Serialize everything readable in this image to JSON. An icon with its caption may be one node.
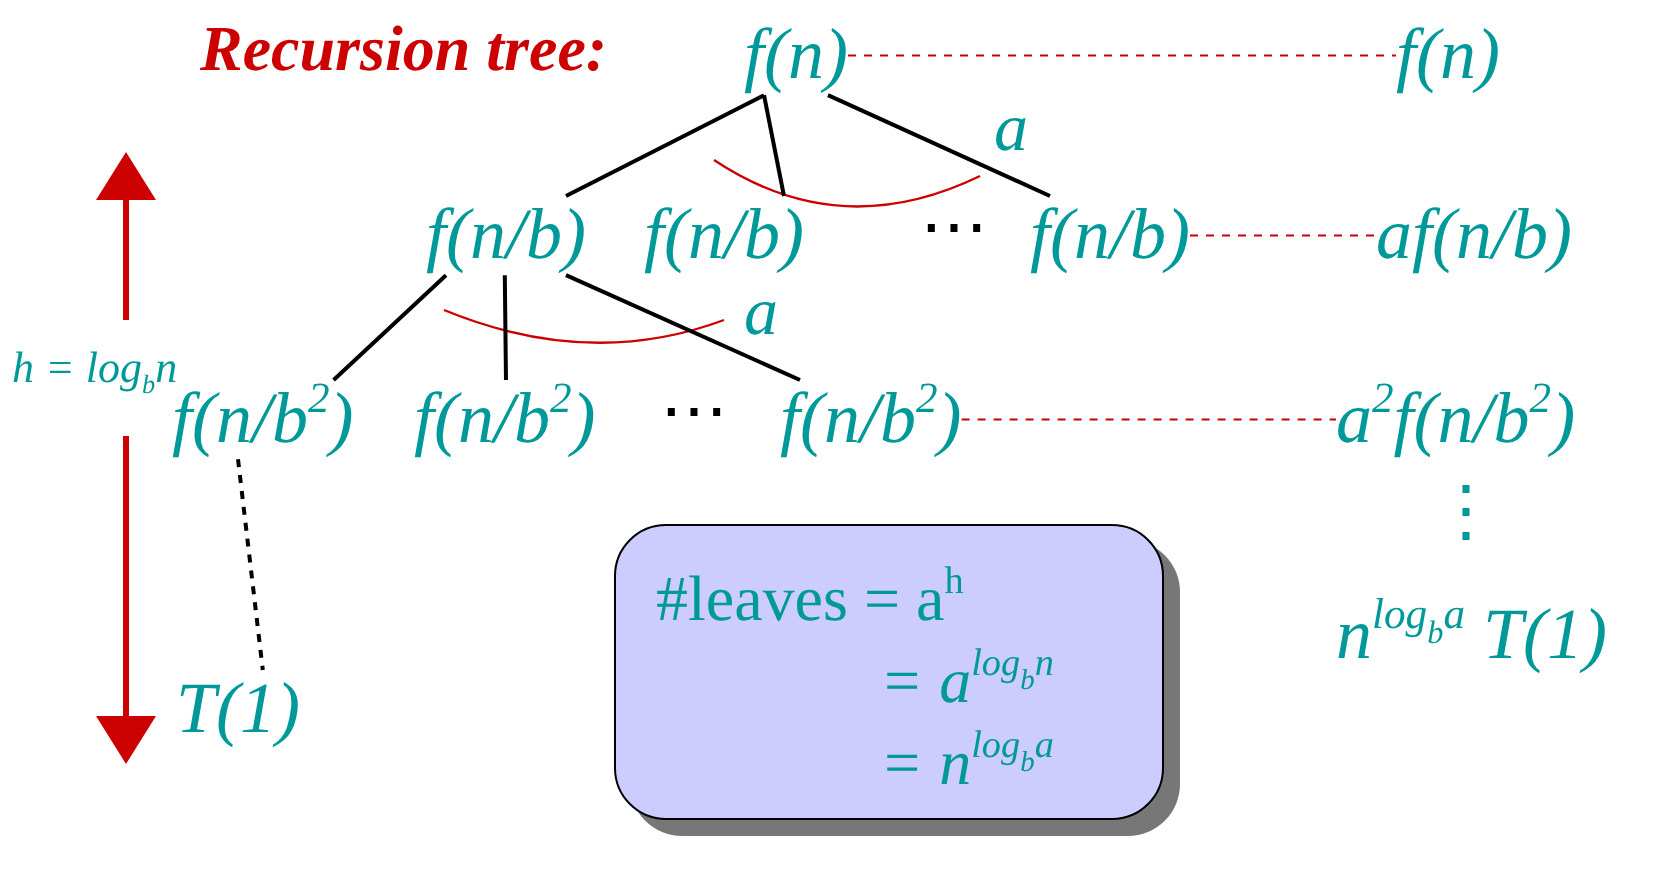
{
  "diagram": {
    "title": "Recursion tree:",
    "nodes": [
      {
        "text": [
          "f(n)"
        ]
      },
      {
        "text": [
          "f(n/b)"
        ]
      },
      {
        "text": [
          "f(n/b)"
        ]
      },
      {
        "text": [
          "f(n/b)"
        ]
      },
      {
        "text": [
          "f(n/b$^{2}$)"
        ]
      },
      {
        "text": [
          "f(n/b$^{2}$)"
        ]
      },
      {
        "text": [
          "f(n/b$^{2}$)"
        ]
      },
      {
        "text": [
          "T(1)"
        ]
      },
      {
        "text": [
          "#leaves = a$^{h}$",
          "= a$^{log}$$_{b}$$^{n}$",
          "= n$^{log}$$_{b}$$^{a}$"
        ]
      },
      {
        "text": [
          "f(n)"
        ]
      },
      {
        "text": [
          "af(n/b)"
        ]
      },
      {
        "text": [
          "a$^{2}$f(n/b$^{2}$)"
        ]
      },
      {
        "text": [
          "n$^{log}$$_{b}$$^{a}$ T(1)"
        ]
      }
    ],
    "edges": [
      {
        "from": 0,
        "to": 1,
        "arrow": "none"
      },
      {
        "from": 0,
        "to": 2,
        "arrow": "none"
      },
      {
        "from": 0,
        "to": 3,
        "arrow": "none"
      },
      {
        "from": 1,
        "to": 4,
        "arrow": "none"
      },
      {
        "from": 1,
        "to": 5,
        "arrow": "none"
      },
      {
        "from": 1,
        "to": 6,
        "arrow": "none"
      },
      {
        "from": 4,
        "to": 7,
        "arrow": "none",
        "style": "dashed"
      },
      {
        "from": 0,
        "to": 9,
        "arrow": "none",
        "style": "dashed",
        "color": "#cc0000"
      },
      {
        "from": 3,
        "to": 10,
        "arrow": "none",
        "style": "dashed",
        "color": "#cc0000"
      },
      {
        "from": 6,
        "to": 11,
        "arrow": "none",
        "style": "dashed",
        "color": "#cc0000"
      }
    ],
    "labels": [
      "a",
      "⋯",
      "a",
      "h = log$_{b}$n",
      "⋯",
      "⋮"
    ]
  }
}
